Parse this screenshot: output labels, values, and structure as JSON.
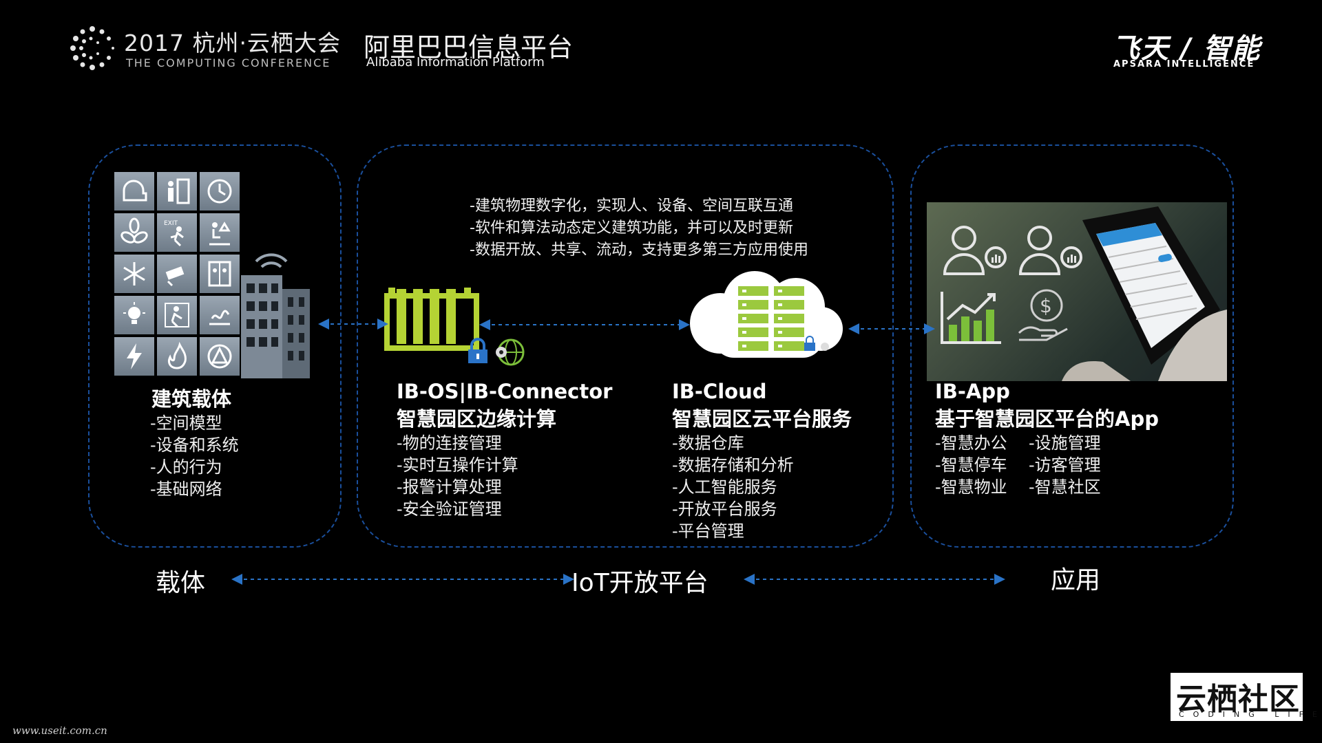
{
  "header": {
    "conference_title": "2017 杭州·云栖大会",
    "conference_subtitle": "THE COMPUTING CONFERENCE",
    "alibaba_cn": "阿里巴巴信息平台",
    "alibaba_en": "Alibaba Information Platform",
    "apsara_cn": "飞天 / 智能",
    "apsara_en": "APSARA INTELLIGENCE"
  },
  "intro_bullets": [
    "-建筑物理数字化，实现人、设备、空间互联互通",
    "-软件和算法动态定义建筑功能，并可以及时更新",
    "-数据开放、共享、流动，支持更多第三方应用使用"
  ],
  "carrier": {
    "title": "建筑载体",
    "items": [
      "-空间模型",
      "-设备和系统",
      "-人的行为",
      "-基础网络"
    ]
  },
  "edge": {
    "title_line1": "IB-OS|IB-Connector",
    "title_line2": "智慧园区边缘计算",
    "items": [
      "-物的连接管理",
      "-实时互操作计算",
      "-报警计算处理",
      "-安全验证管理"
    ]
  },
  "cloud": {
    "title_line1": "IB-Cloud",
    "title_line2": "智慧园区云平台服务",
    "items": [
      "-数据仓库",
      "-数据存储和分析",
      "-人工智能服务",
      "-开放平台服务",
      "-平台管理"
    ]
  },
  "app": {
    "title_line1": "IB-App",
    "title_line2": "基于智慧园区平台的App",
    "col1": [
      "-智慧办公",
      "-智慧停车",
      "-智慧物业"
    ],
    "col2": [
      "-设施管理",
      "-访客管理",
      "-智慧社区"
    ]
  },
  "bottom": {
    "left": "载体",
    "center": "IoT开放平台",
    "right": "应用"
  },
  "footer": {
    "url": "www.useit.com.cn",
    "yunqi_cn": "云栖社区",
    "yunqi_en": "CODING LIFE"
  },
  "colors": {
    "dash_blue": "#1a4f9c",
    "device_green": "#b5d334",
    "server_green": "#9bc93e",
    "background": "#000000"
  },
  "icons": [
    "conference-logo-icon",
    "building-icon",
    "wifi-signal-icon",
    "edge-device-icon",
    "lock-icon",
    "globe-gear-icon",
    "cloud-server-icon",
    "users-chart-icon",
    "growth-chart-icon",
    "dollar-hand-icon",
    "smartphone-icon"
  ]
}
